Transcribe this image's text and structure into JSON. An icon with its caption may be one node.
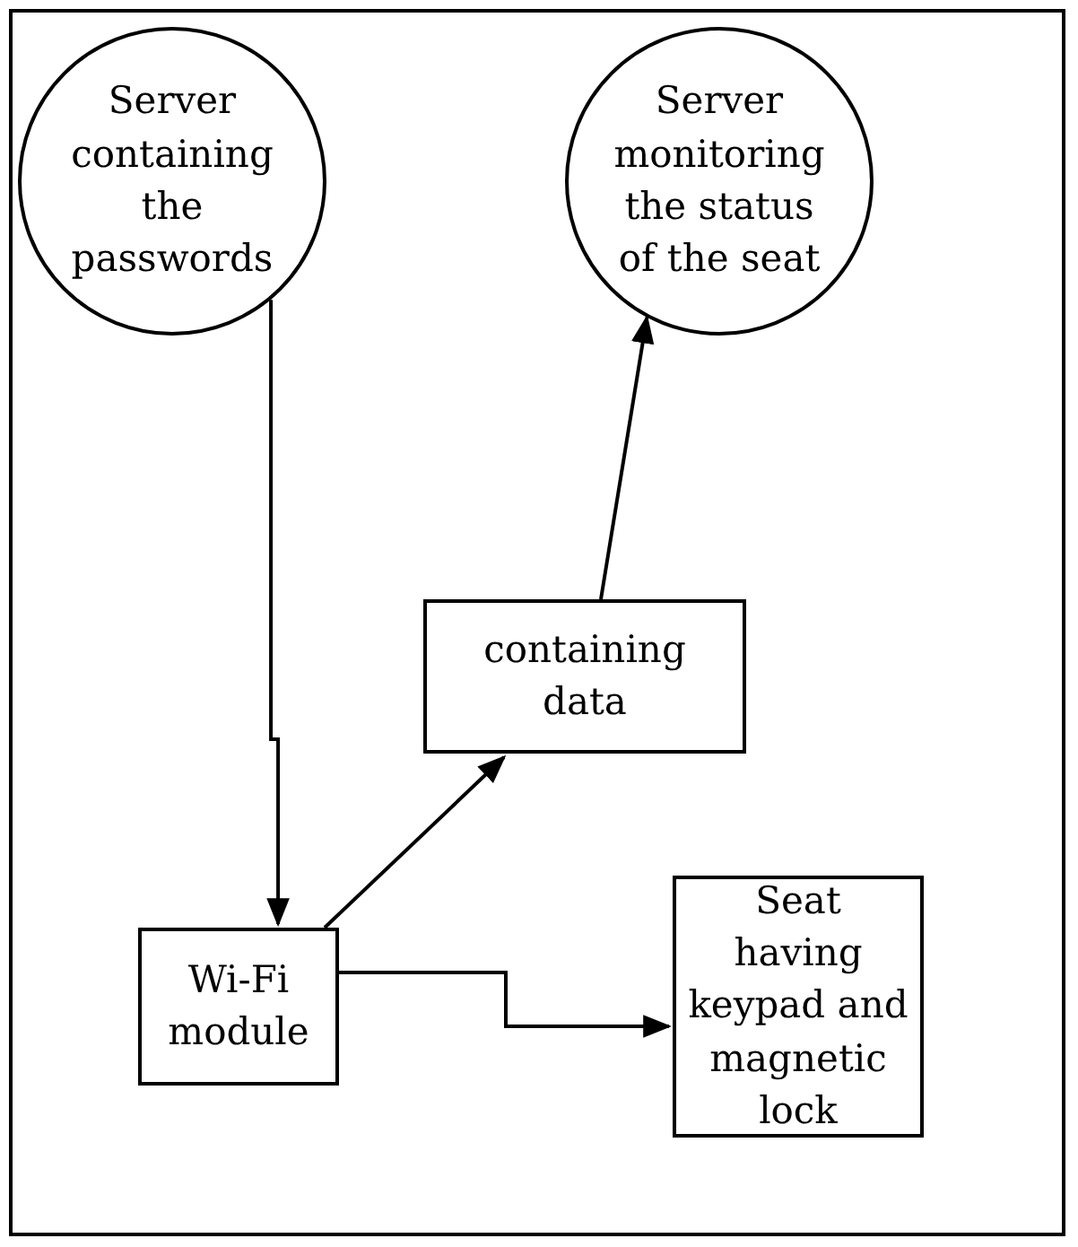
{
  "diagram": {
    "nodes": [
      {
        "text": [
          "Server containing the passwords"
        ]
      },
      {
        "text": [
          "Server monitoring the status of the seat"
        ]
      },
      {
        "text": [
          "containing data"
        ]
      },
      {
        "text": [
          "Wi-Fi module"
        ]
      },
      {
        "text": [
          "Seat having keypad and magnetic lock"
        ]
      }
    ],
    "edges": [
      {
        "from": 0,
        "to": 3,
        "arrow": "to"
      },
      {
        "from": 3,
        "to": 2,
        "arrow": "to"
      },
      {
        "from": 2,
        "to": 1,
        "arrow": "to"
      },
      {
        "from": 3,
        "to": 4,
        "arrow": "to"
      }
    ]
  }
}
